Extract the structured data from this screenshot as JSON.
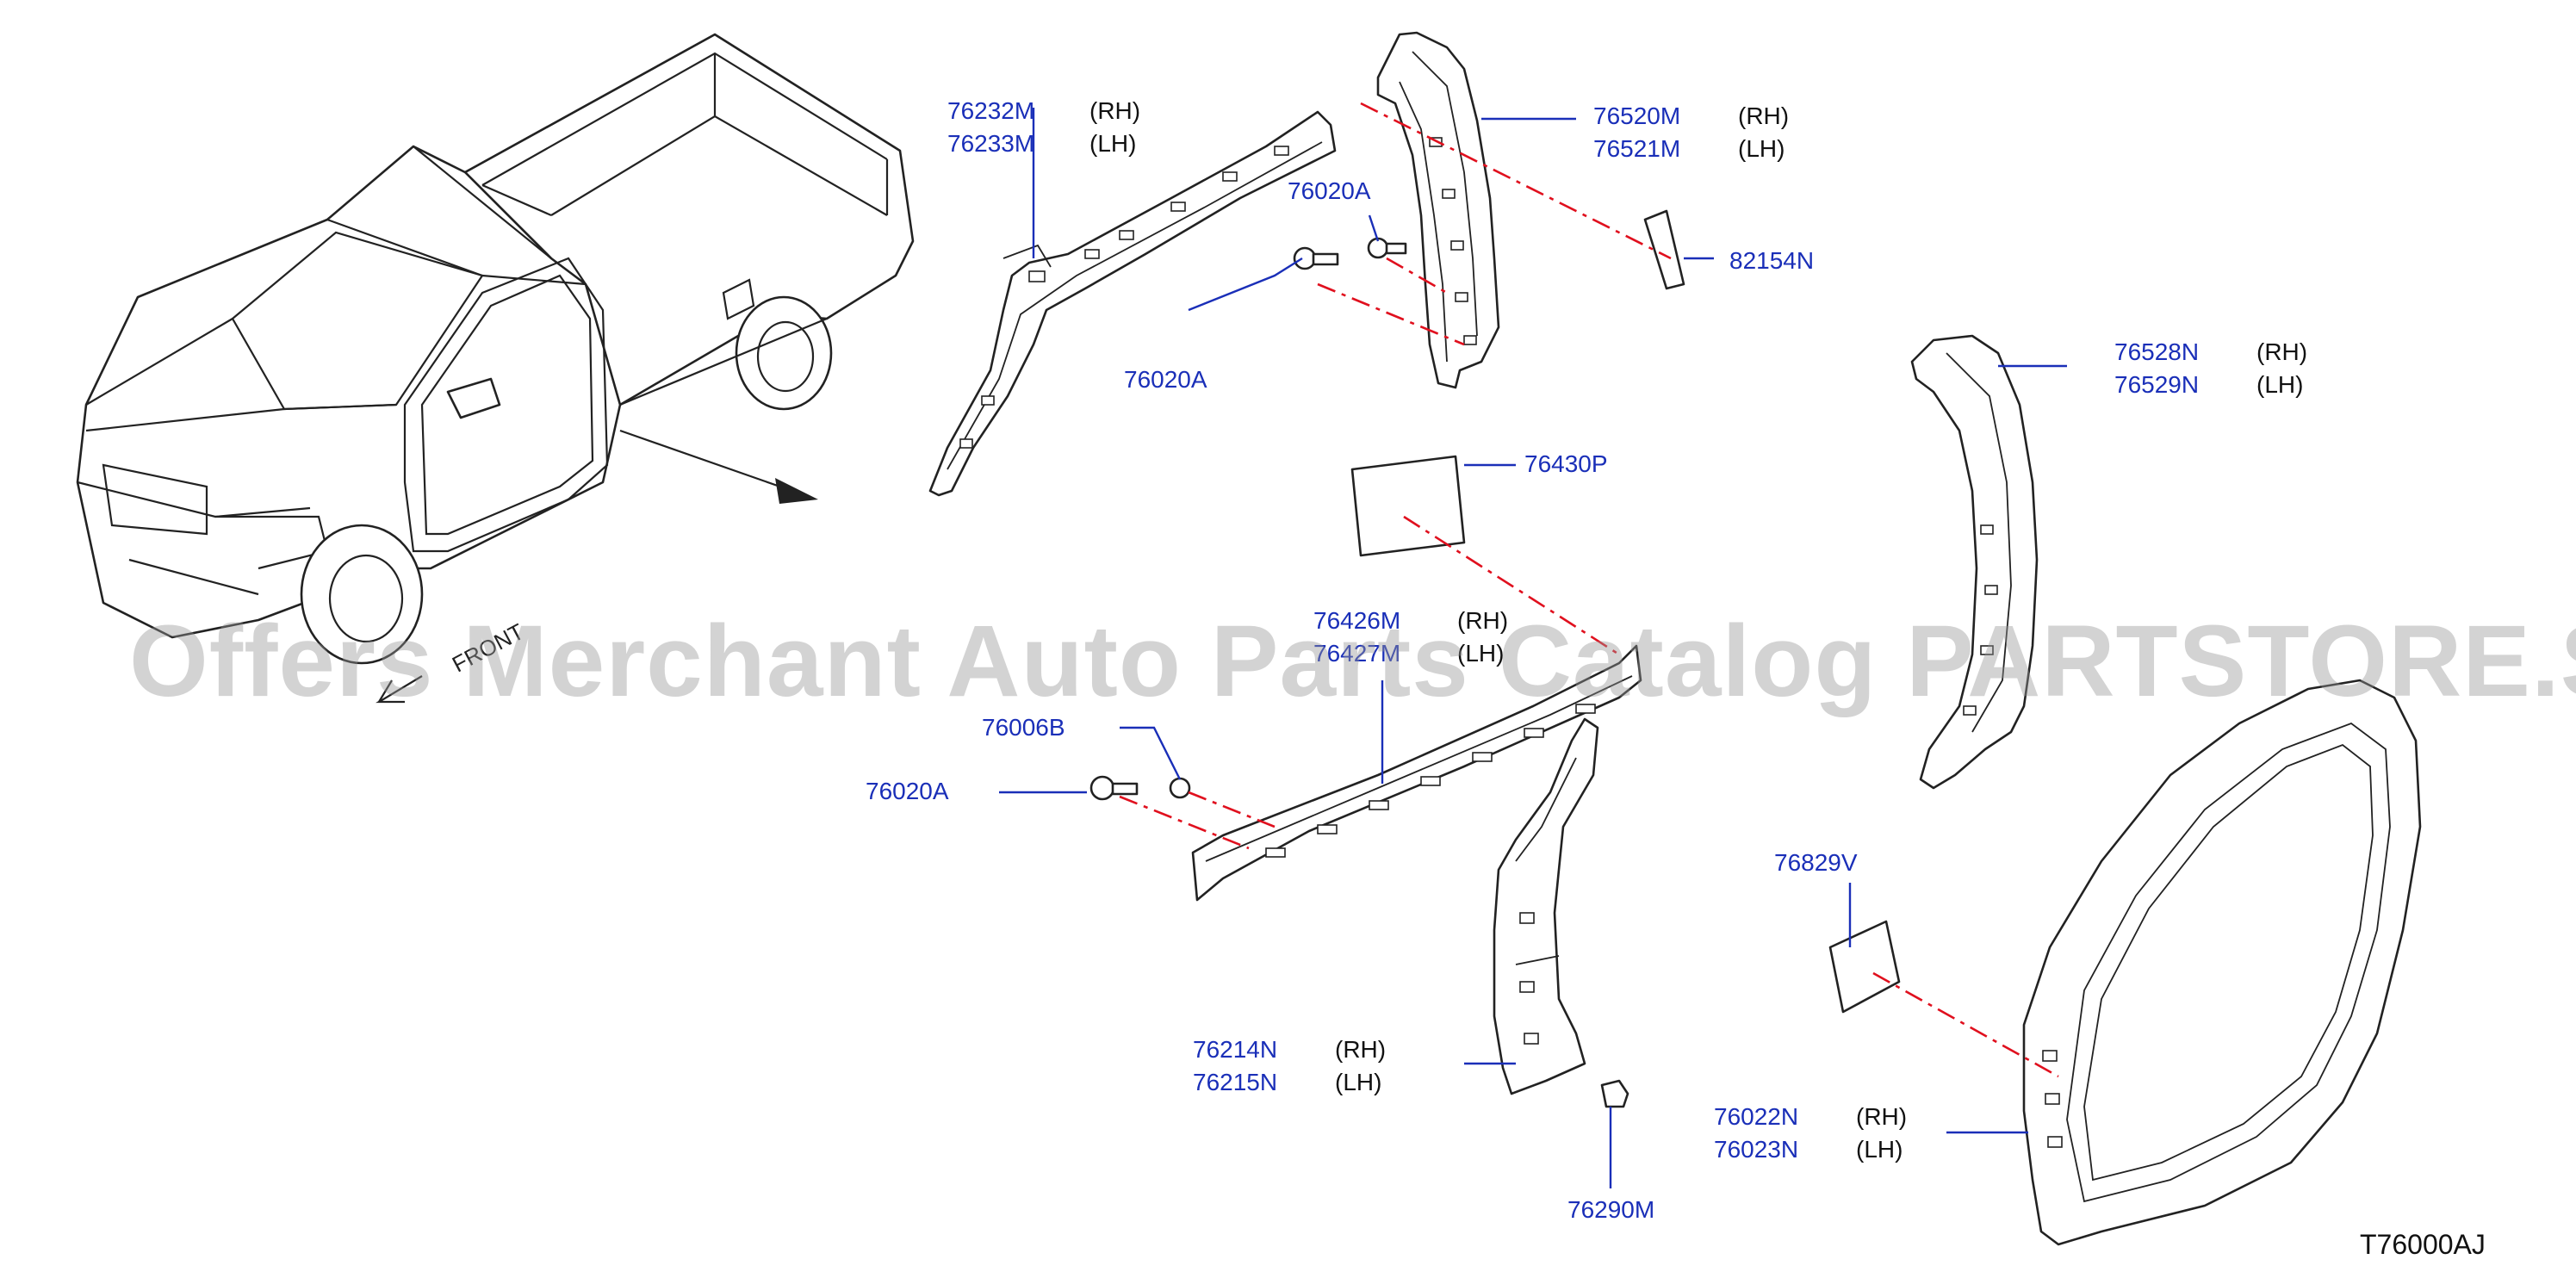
{
  "watermark": "Offers Merchant Auto Parts Catalog PARTSTORE.SA",
  "front_label": "FRONT",
  "diagram_code": "T76000AJ",
  "callouts": [
    {
      "id": "76232m",
      "parts": [
        "76232M",
        "76233M"
      ],
      "sides": [
        "(RH)",
        "(LH)"
      ]
    },
    {
      "id": "76520m",
      "parts": [
        "76520M",
        "76521M"
      ],
      "sides": [
        "(RH)",
        "(LH)"
      ]
    },
    {
      "id": "76020a-top",
      "parts": [
        "76020A"
      ],
      "sides": []
    },
    {
      "id": "82154n",
      "parts": [
        "82154N"
      ],
      "sides": []
    },
    {
      "id": "76020a-mid",
      "parts": [
        "76020A"
      ],
      "sides": []
    },
    {
      "id": "76528n",
      "parts": [
        "76528N",
        "76529N"
      ],
      "sides": [
        "(RH)",
        "(LH)"
      ]
    },
    {
      "id": "76430p",
      "parts": [
        "76430P"
      ],
      "sides": []
    },
    {
      "id": "76426m",
      "parts": [
        "76426M",
        "76427M"
      ],
      "sides": [
        "(RH)",
        "(LH)"
      ]
    },
    {
      "id": "76006b",
      "parts": [
        "76006B"
      ],
      "sides": []
    },
    {
      "id": "76020a-low",
      "parts": [
        "76020A"
      ],
      "sides": []
    },
    {
      "id": "76829v",
      "parts": [
        "76829V"
      ],
      "sides": []
    },
    {
      "id": "76214n",
      "parts": [
        "76214N",
        "76215N"
      ],
      "sides": [
        "(RH)",
        "(LH)"
      ]
    },
    {
      "id": "76022n",
      "parts": [
        "76022N",
        "76023N"
      ],
      "sides": [
        "(RH)",
        "(LH)"
      ]
    },
    {
      "id": "76290m",
      "parts": [
        "76290M"
      ],
      "sides": []
    }
  ],
  "colors": {
    "part_number": "#1a2fb8",
    "centerline": "#e0101e",
    "outline": "#222222"
  }
}
